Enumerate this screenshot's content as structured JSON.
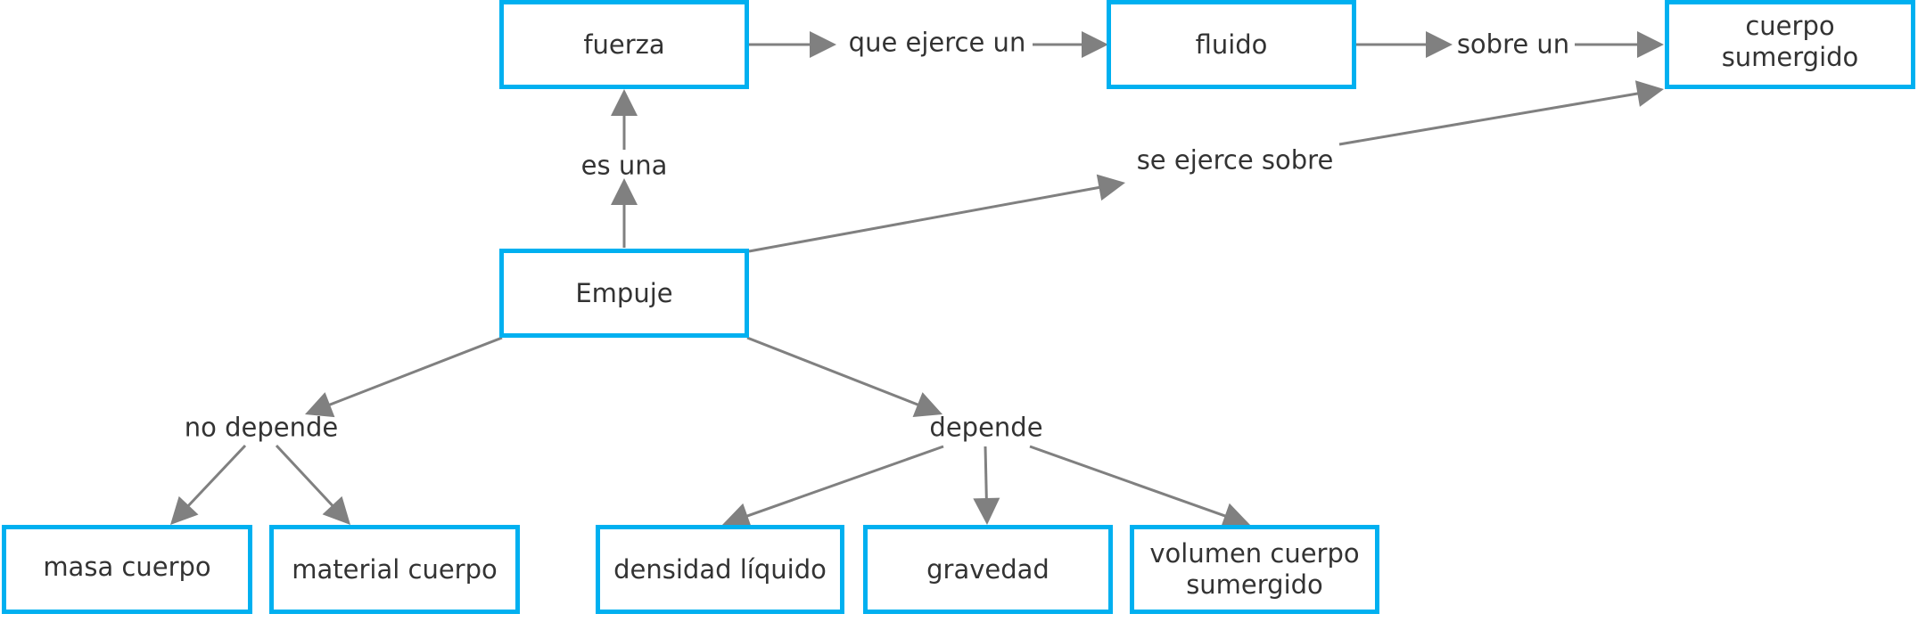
{
  "diagram": {
    "type": "concept-map",
    "colors": {
      "node_border": "#00b0f0",
      "edge": "#808080",
      "text": "#333333",
      "background": "#ffffff"
    },
    "nodes": {
      "fuerza": "fuerza",
      "fluido": "fluido",
      "cuerpo_sumergido": "cuerpo\nsumergido",
      "empuje": "Empuje",
      "masa_cuerpo": "masa cuerpo",
      "material_cuerpo": "material cuerpo",
      "densidad_liquido": "densidad líquido",
      "gravedad": "gravedad",
      "volumen_cuerpo_sumergido": "volumen cuerpo\nsumergido"
    },
    "link_labels": {
      "que_ejerce_un": "que ejerce un",
      "sobre_un": "sobre un",
      "es_una": "es una",
      "se_ejerce_sobre": "se ejerce sobre",
      "no_depende": "no depende",
      "depende": "depende"
    },
    "relations": [
      {
        "from": "Empuje",
        "label": "es una",
        "to": "fuerza"
      },
      {
        "from": "fuerza",
        "label": "que ejerce un",
        "to": "fluido"
      },
      {
        "from": "fluido",
        "label": "sobre un",
        "to": "cuerpo sumergido"
      },
      {
        "from": "Empuje",
        "label": "se ejerce sobre",
        "to": "cuerpo sumergido"
      },
      {
        "from": "Empuje",
        "label": "no depende",
        "to": "masa cuerpo"
      },
      {
        "from": "Empuje",
        "label": "no depende",
        "to": "material cuerpo"
      },
      {
        "from": "Empuje",
        "label": "depende",
        "to": "densidad líquido"
      },
      {
        "from": "Empuje",
        "label": "depende",
        "to": "gravedad"
      },
      {
        "from": "Empuje",
        "label": "depende",
        "to": "volumen cuerpo sumergido"
      }
    ]
  }
}
